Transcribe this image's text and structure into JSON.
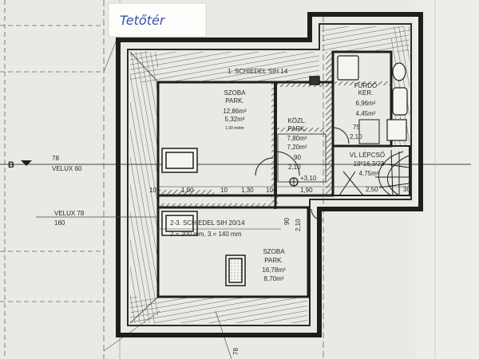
{
  "sticky_note": "Tetőtér",
  "section_marker": {
    "letter": "B",
    "upper": "78",
    "lower": "VELUX 60"
  },
  "velux_left": {
    "label": "VELUX 78",
    "value": "160"
  },
  "beam_top": "1. SCHIEDEL SIH 14",
  "rooms": [
    {
      "id": "szoba1",
      "lines": [
        "SZOBA",
        "PARK.",
        "12,86m²",
        "5,32m²"
      ],
      "note": "1,90 méter"
    },
    {
      "id": "kozl",
      "lines": [
        "KÖZL.",
        "PARK.",
        "7,80m²",
        "7,20m²"
      ]
    },
    {
      "id": "furdo",
      "lines": [
        "FÜRDŐ",
        "KER.",
        "6,96m²",
        "4,45m²"
      ]
    },
    {
      "id": "lepcso",
      "lines": [
        "VL LÉPCSŐ",
        "19*16,3/23",
        "4,75m²"
      ]
    },
    {
      "id": "szoba2",
      "lines": [
        "SZOBA",
        "PARK.",
        "16,78m²",
        "8,70m²"
      ]
    }
  ],
  "schiedel": [
    "2-3. SCHIEDEL SIH 20/14",
    "2.= 200 mm, 3.= 140 mm"
  ],
  "dims": {
    "door_kozl": [
      "90",
      "2,10"
    ],
    "door_furdo": [
      "75",
      "2,10"
    ],
    "level": "+3,10",
    "d10a": "10",
    "d190a": "1,90",
    "d10b": "10",
    "d130": "1,30",
    "d10c": "10",
    "d190b": "1,90",
    "d250": "2,50",
    "d30": "30",
    "d90v": "90",
    "d210v": "2,10",
    "bottom_78": "78"
  }
}
